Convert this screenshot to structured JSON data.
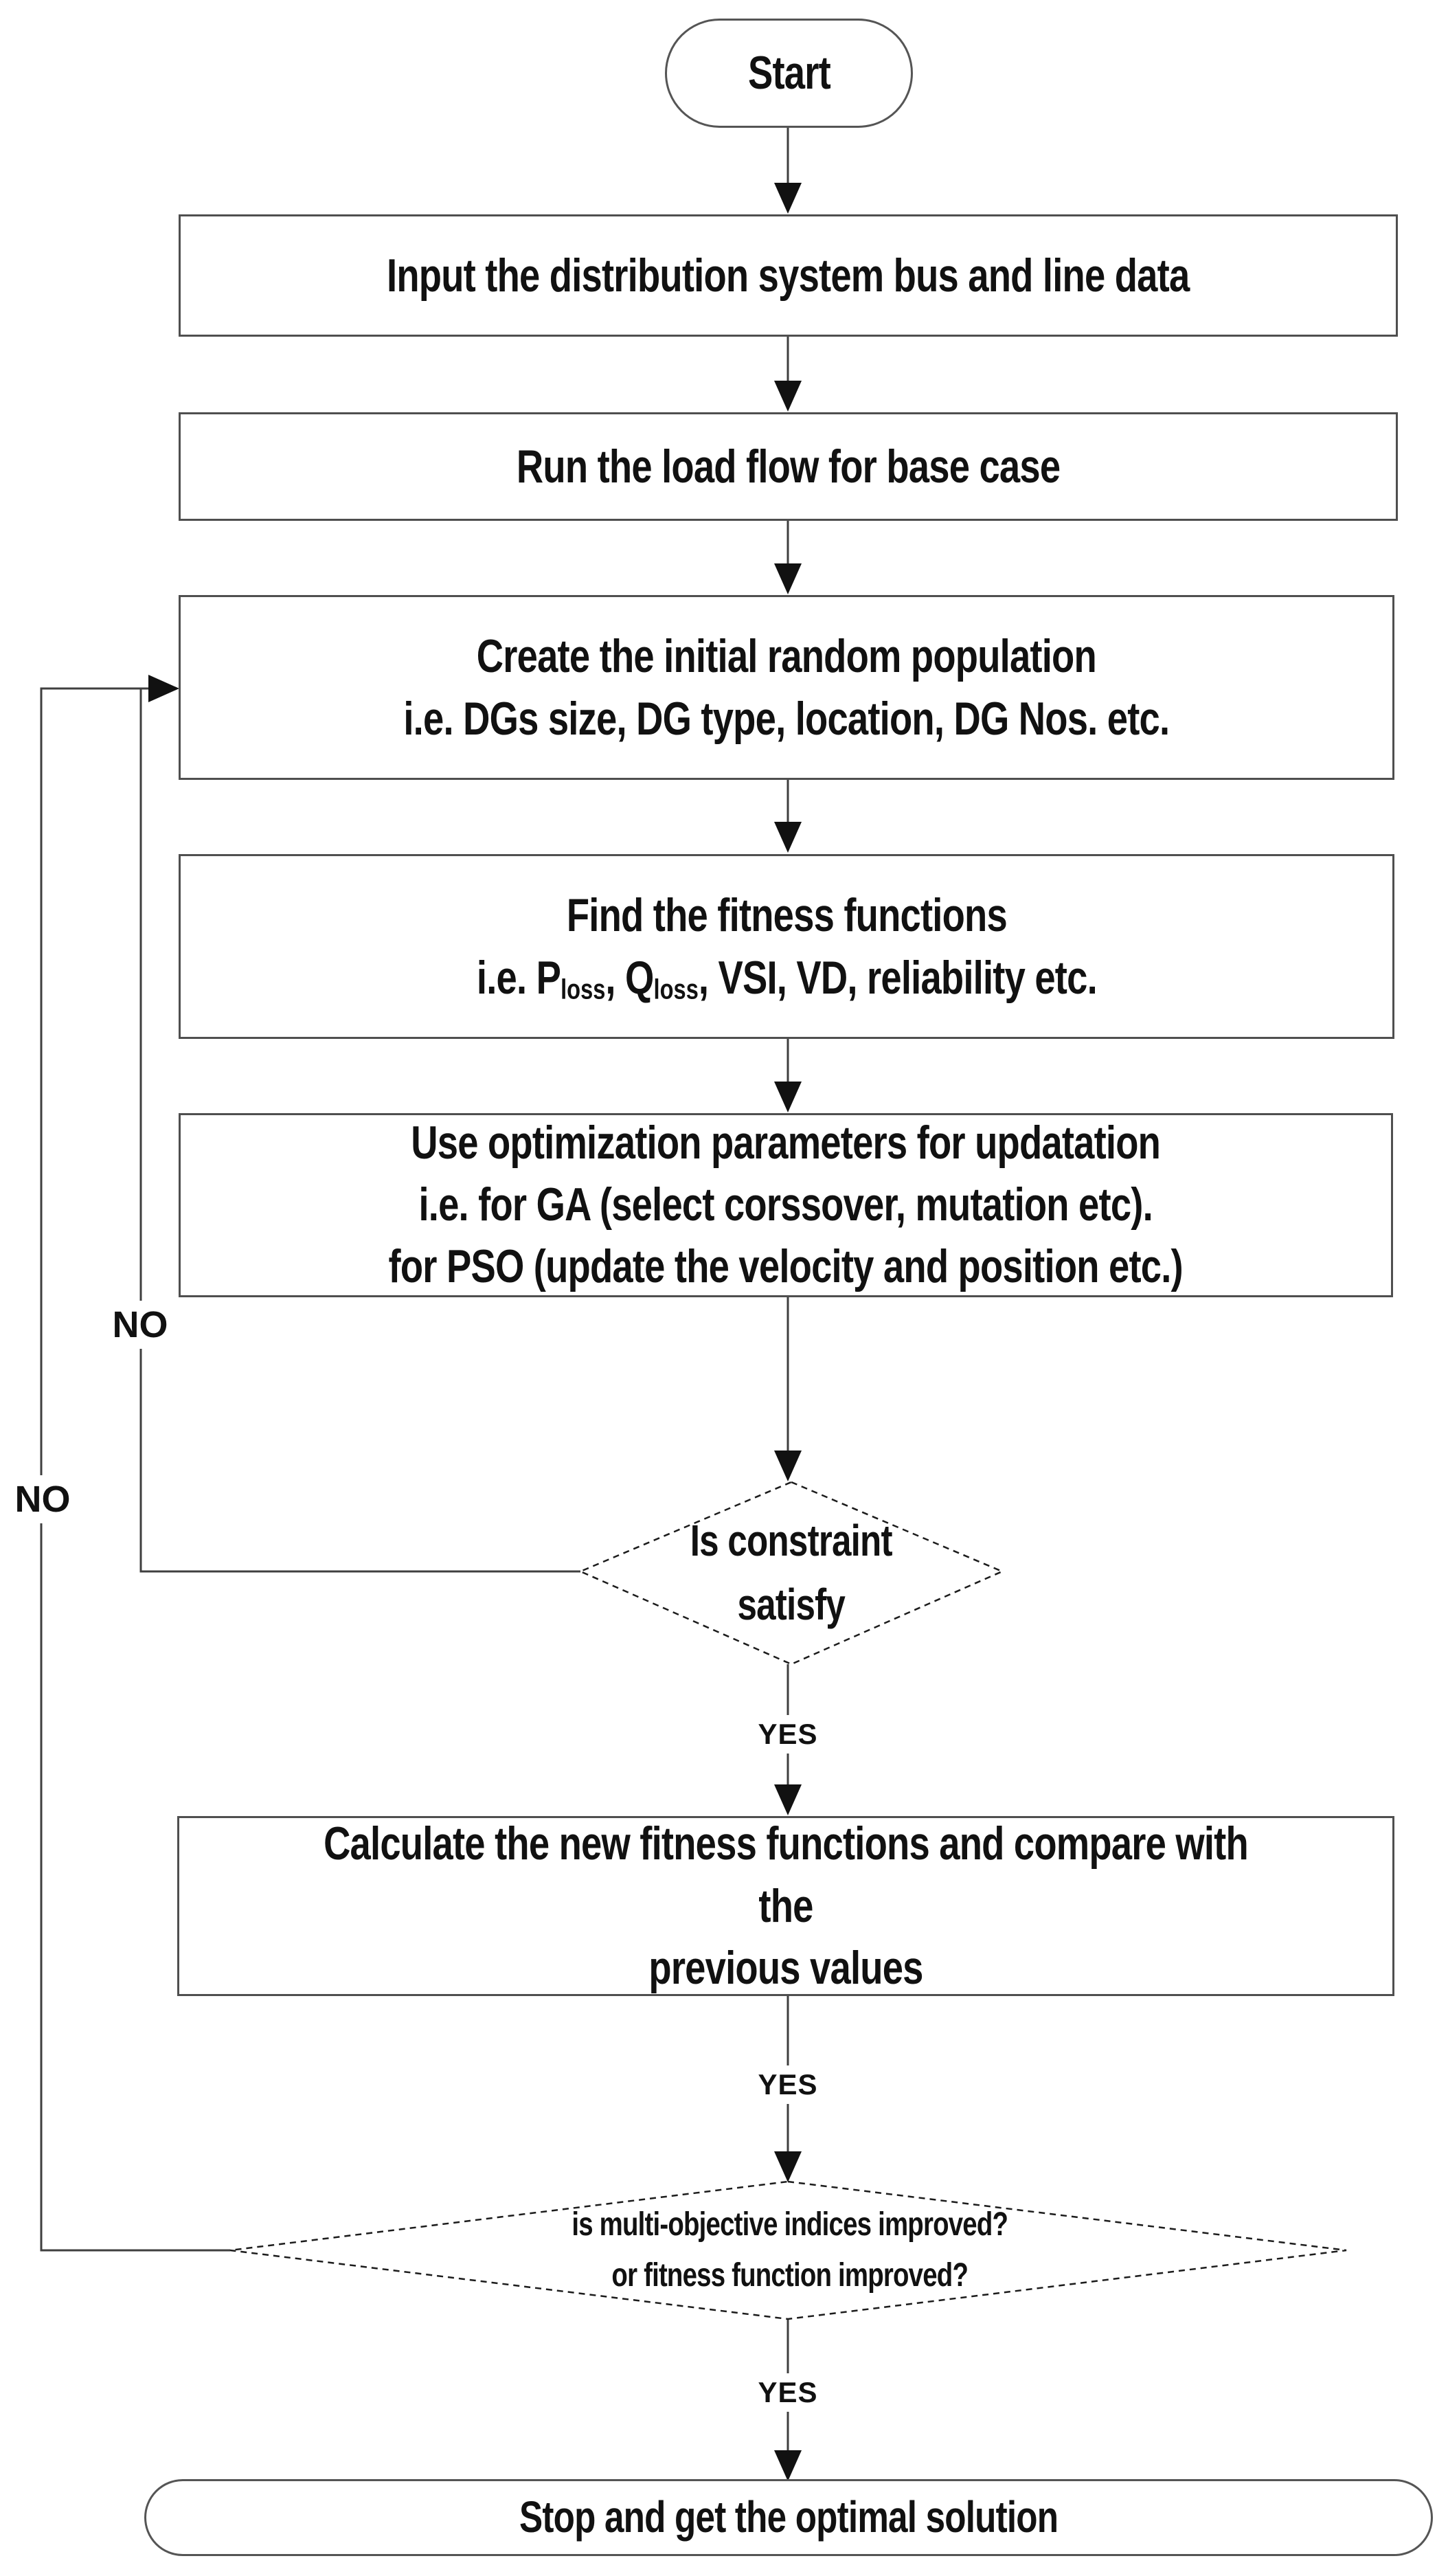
{
  "title": "GA-PSO DG optimization flowchart",
  "start": {
    "label": "Start"
  },
  "steps": {
    "input": {
      "l1": "Input the distribution system bus and line data"
    },
    "loadflow": {
      "l1": "Run the load flow for base case"
    },
    "population": {
      "l1": "Create the initial random population",
      "l2": "i.e. DGs size, DG type, location, DG Nos. etc."
    },
    "fitness": {
      "l1": "Find the fitness functions",
      "l2a": "i.e. P",
      "l2b": "loss",
      "l2c": ", Q",
      "l2d": "loss",
      "l2e": ", VSI, VD, reliability etc."
    },
    "update": {
      "l1": "Use optimization parameters for updatation",
      "l2": "i.e. for GA (select corssover, mutation etc).",
      "l3": "for PSO (update the velocity and position etc.)"
    },
    "calculate": {
      "l1": "Calculate the new fitness functions and compare with the",
      "l2": "previous values"
    }
  },
  "decisions": {
    "constraint": {
      "l1": "Is constraint",
      "l2": "satisfy"
    },
    "improved": {
      "l1": "is multi-objective indices improved?",
      "l2": "or fitness function improved?"
    }
  },
  "end": {
    "label": "Stop and get the optimal solution"
  },
  "edge_labels": {
    "yes_constraint": "YES",
    "yes_compare": "YES",
    "yes_improved": "YES",
    "no_constraint": "NO",
    "no_improved": "NO"
  },
  "colors": {
    "background": "#ffffff",
    "line": "#3f3f3f",
    "box_border": "#4f4f4f",
    "text": "#111111",
    "arrowhead": "#111111"
  }
}
